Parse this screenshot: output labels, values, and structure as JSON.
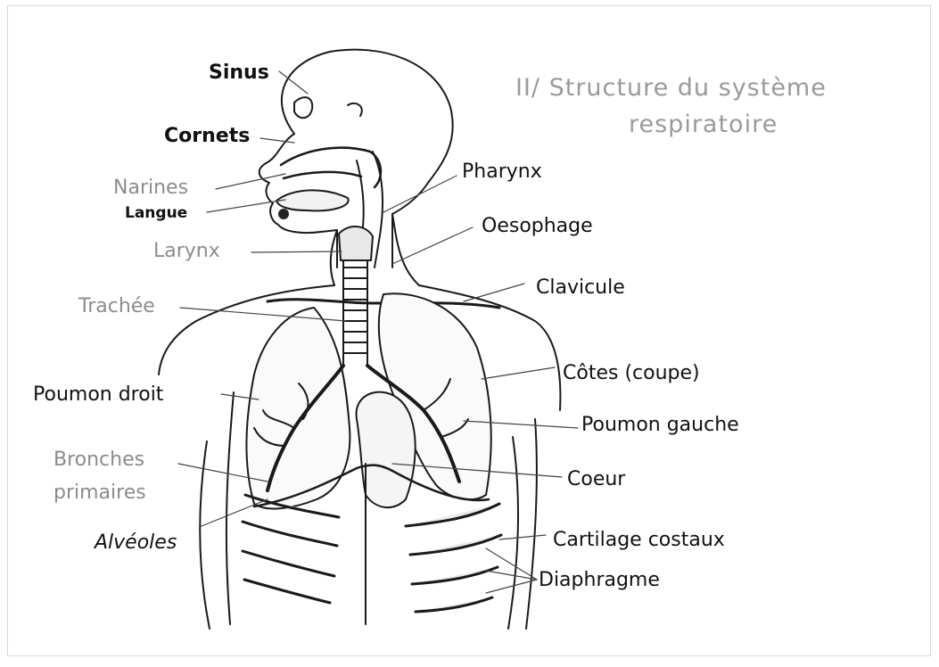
{
  "title": {
    "line1": "II/ Structure du système",
    "line2": "respiratoire"
  },
  "labels": {
    "sinus": "Sinus",
    "cornets": "Cornets",
    "narines": "Narines",
    "langue": "Langue",
    "larynx": "Larynx",
    "trachee": "Trachée",
    "poumon_droit": "Poumon droit",
    "bronches_line1": "Bronches",
    "bronches_line2": "primaires",
    "alveoles": "Alvéoles",
    "pharynx": "Pharynx",
    "oesophage": "Oesophage",
    "clavicule": "Clavicule",
    "cotes": "Côtes (coupe)",
    "poumon_gauche": "Poumon gauche",
    "coeur": "Coeur",
    "cartilage": "Cartilage costaux",
    "diaphragme": "Diaphragme"
  },
  "colors": {
    "title": "#9a9a9a",
    "label_black": "#111111",
    "label_grey": "#8c8c8c",
    "ink": "#1a1a1a"
  }
}
